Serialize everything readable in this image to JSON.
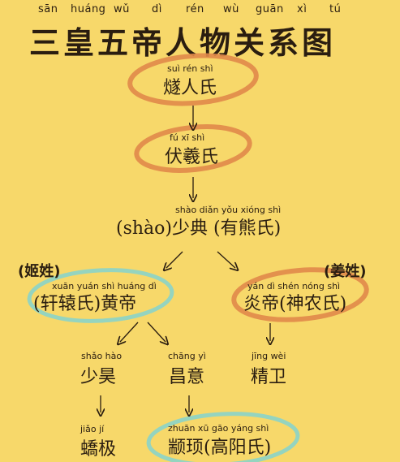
{
  "title": {
    "pinyin": [
      "sān",
      "huáng",
      "wǔ",
      "dì",
      "rén",
      "wù",
      "guān",
      "xì",
      "tú"
    ],
    "text": "三皇五帝人物关系图"
  },
  "nodes": {
    "suirenshi": {
      "pinyin": "suì  rén  shì",
      "text": "燧人氏"
    },
    "fuxishi": {
      "pinyin": "fú   xī   shì",
      "text": "伏羲氏"
    },
    "shaodian": {
      "pinyin": "shào diǎn       yǒu xióng shì",
      "text": "(shào)少典 (有熊氏)"
    },
    "xuanyuan": {
      "pinyin": "xuān yuán shì huáng dì",
      "text": "(轩辕氏)黄帝"
    },
    "yandi": {
      "pinyin": "yán  dì   shén nóng shì",
      "text": "炎帝(神农氏)"
    },
    "shaohao": {
      "pinyin": "shǎo hào",
      "text": "少昊"
    },
    "changyi": {
      "pinyin": "chāng yì",
      "text": "昌意"
    },
    "jingwei": {
      "pinyin": "jīng wèi",
      "text": "精卫"
    },
    "jiaoji": {
      "pinyin": "jiǎo  jí",
      "text": "蟜极"
    },
    "zhuanxu": {
      "pinyin": "zhuān xū  gāo yáng shì",
      "text": "颛顼(高阳氏)"
    }
  },
  "tags": {
    "left": "(姬姓)",
    "right": "(姜姓)"
  },
  "colors": {
    "background": "#f7d86a",
    "orange_circle": "#e08a4a",
    "teal_circle": "#8fd4c4",
    "ink": "#2a1d10"
  }
}
